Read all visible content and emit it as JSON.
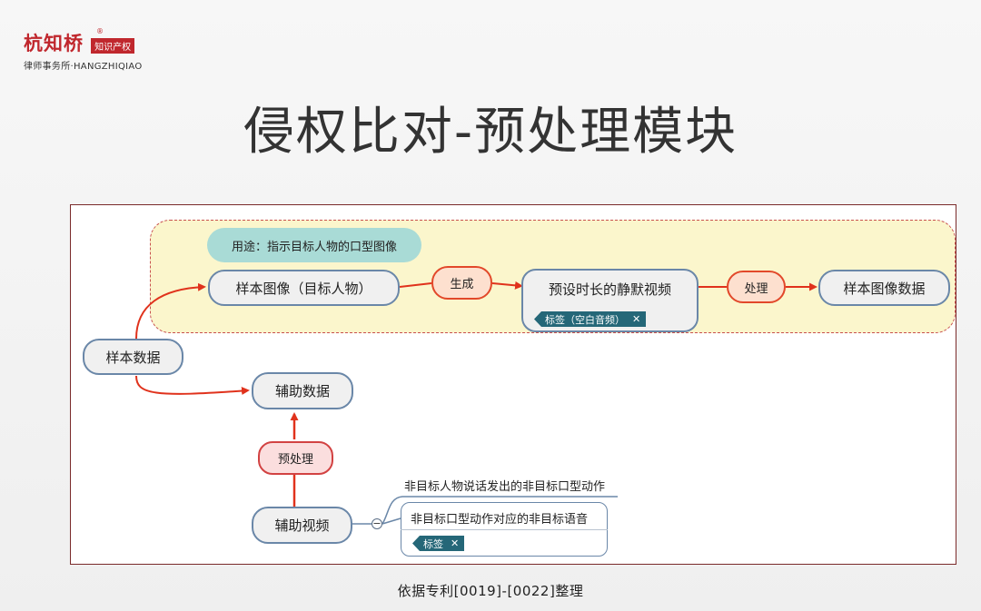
{
  "logo": {
    "name": "杭知桥",
    "registered": "®",
    "tag": "知识产权",
    "subtitle": "律师事务所·HANGZHIQIAO"
  },
  "title": "侵权比对-预处理模块",
  "diagram": {
    "nodes": {
      "sample_data": "样本数据",
      "sample_image": "样本图像（目标人物）",
      "generate": "生成",
      "silent_video": "预设时长的静默视频",
      "process": "处理",
      "sample_image_data": "样本图像数据",
      "aux_data": "辅助数据",
      "preprocess": "预处理",
      "aux_video": "辅助视频"
    },
    "callout": "用途：指示目标人物的口型图像",
    "tag_silent_audio": "标签（空白音频）",
    "leaf_1": "非目标人物说话发出的非目标口型动作",
    "leaf_2": "非目标口型动作对应的非目标语音",
    "tag_generic": "标签",
    "tag_close": "✕",
    "collapse_symbol": "−"
  },
  "caption": "依据专利[0019]-[0022]整理",
  "colors": {
    "brand_red": "#c0272d",
    "group_fill": "#fbf6cc",
    "group_border": "#c85050",
    "node_border": "#6a87a8",
    "arrow_red": "#e0321c",
    "tag_fill": "#256778",
    "callout_fill": "#a9dbd6"
  }
}
